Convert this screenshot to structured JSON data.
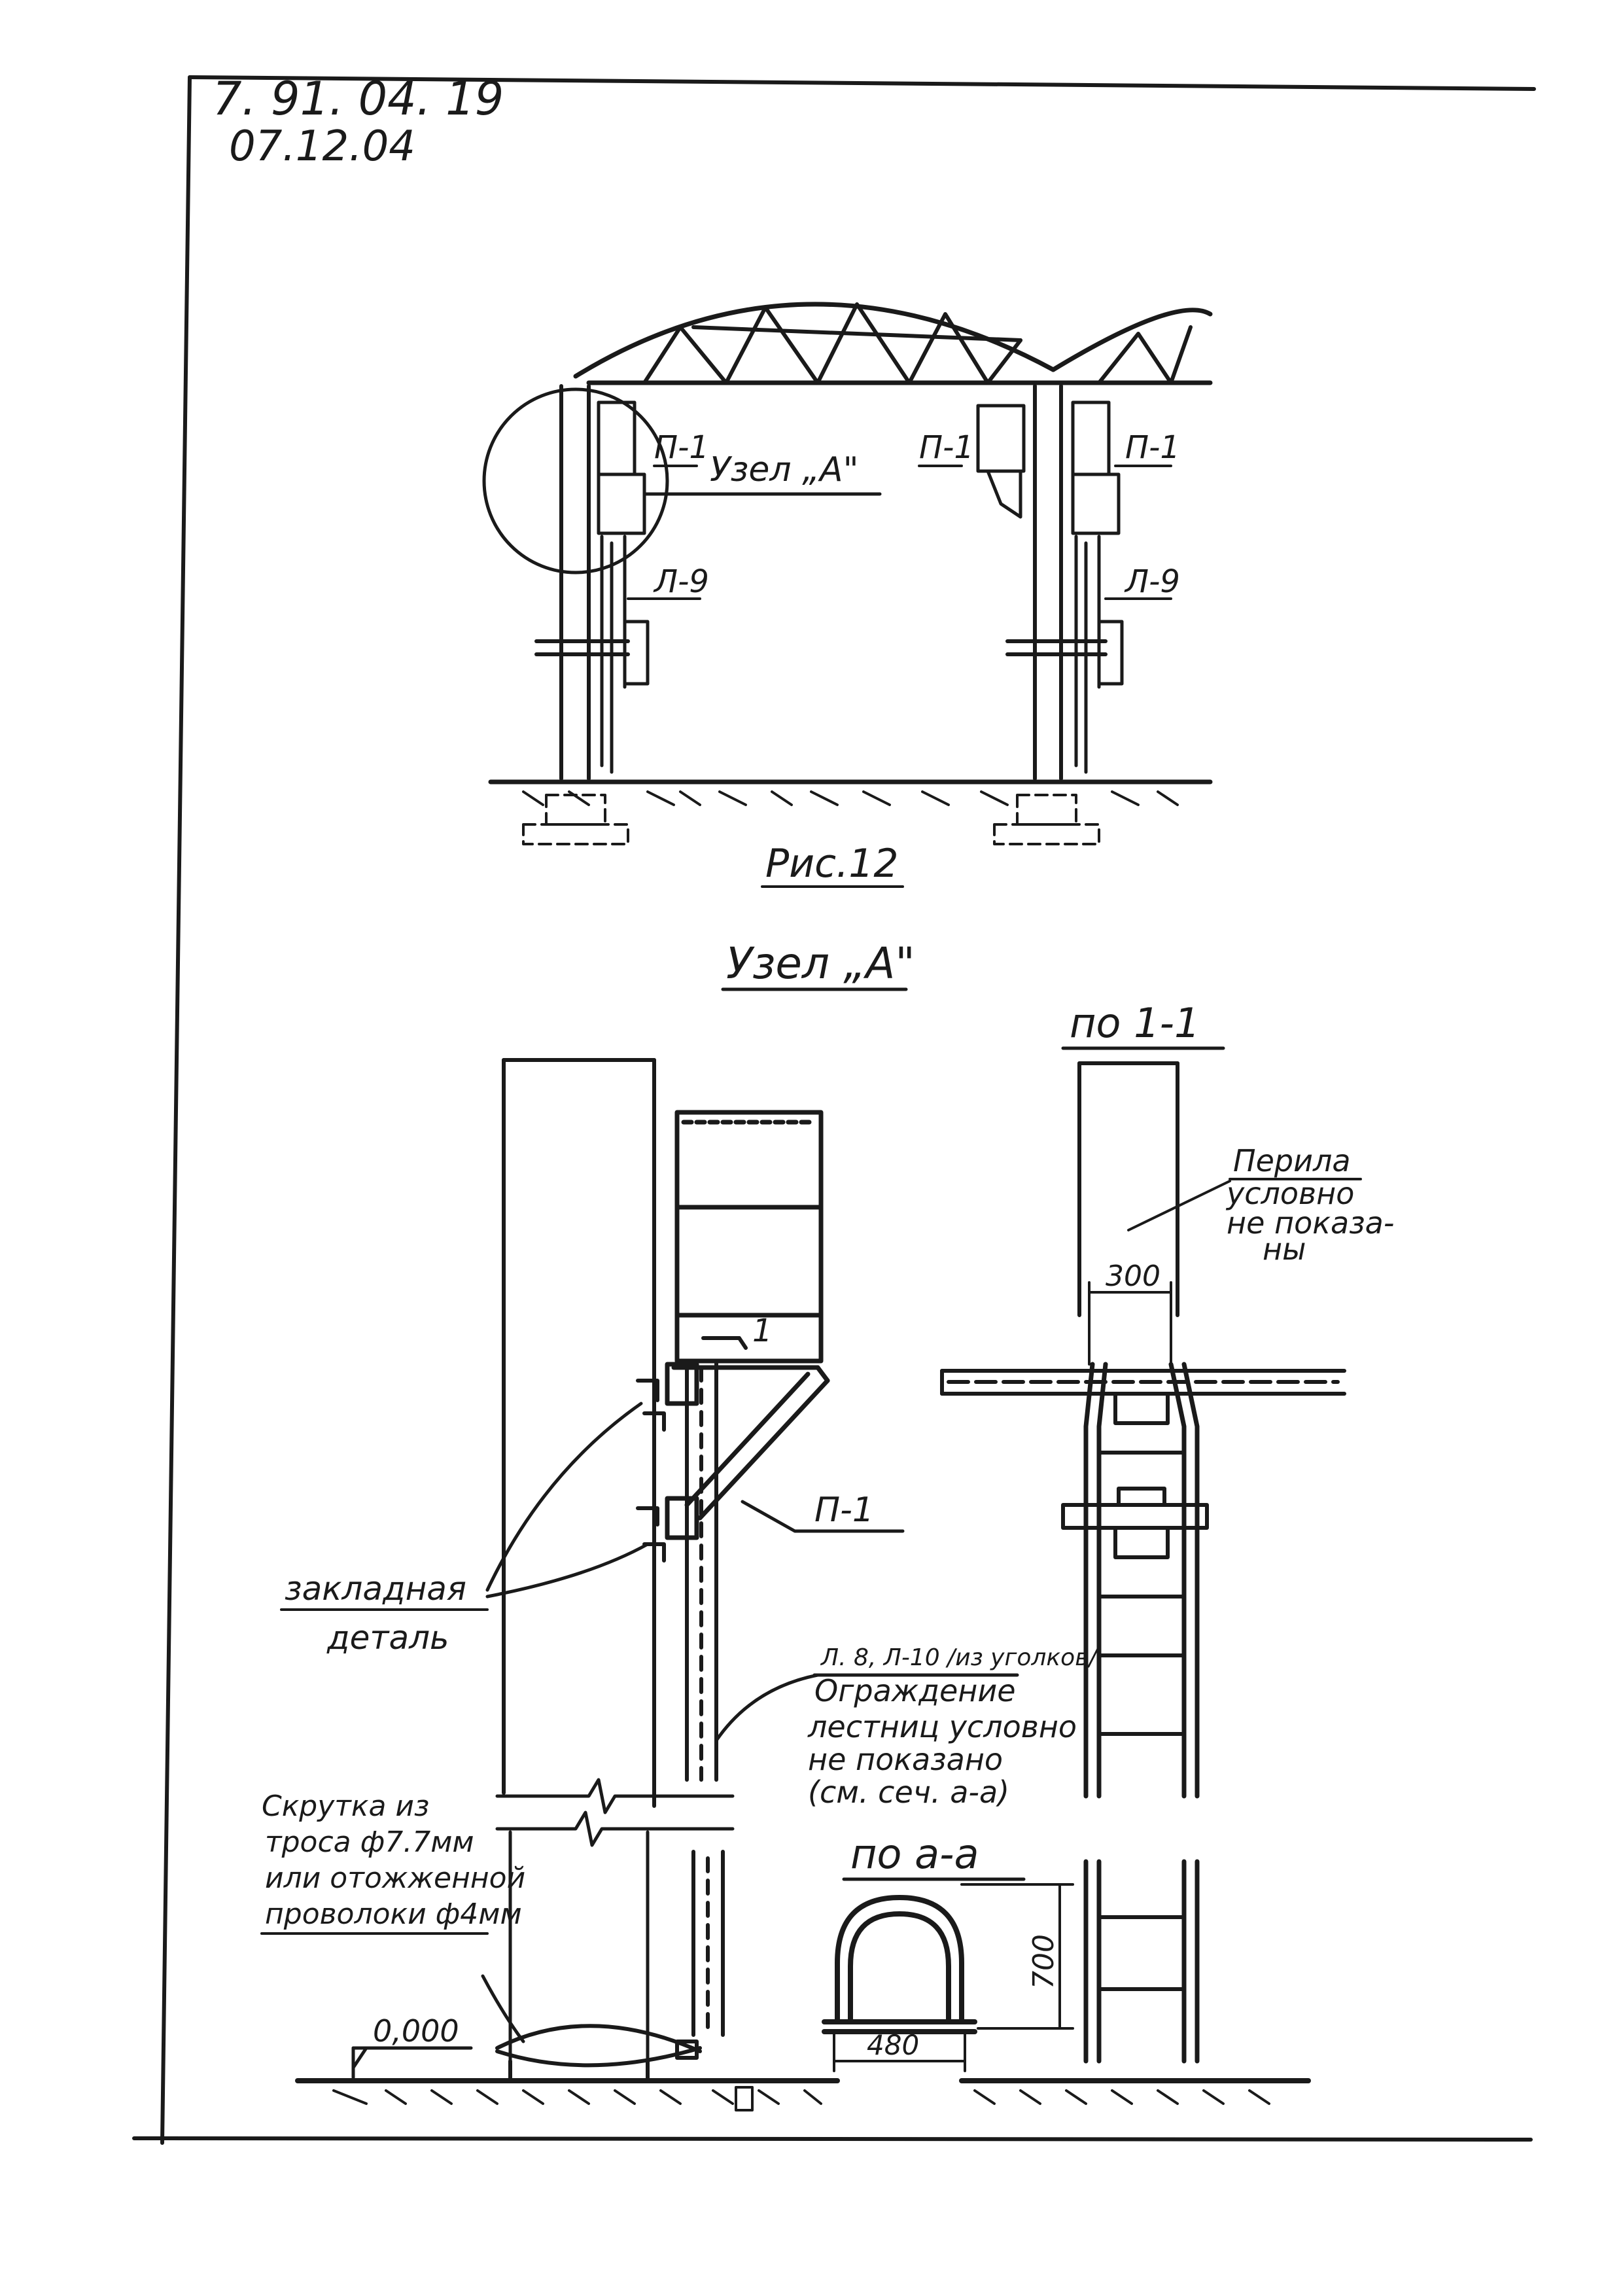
{
  "doc": {
    "code": "7. 91. 04. 19",
    "date": "07.12.04"
  },
  "fig12": {
    "caption": "Рис.12",
    "node_callout": "Узел „А\"",
    "label_p1_left": "П-1",
    "label_l9_left": "Л-9",
    "label_p1_mid": "П-1",
    "label_p1_right": "П-1",
    "label_l9_right": "Л-9"
  },
  "node_a": {
    "title": "Узел „А\"",
    "section_label": "1",
    "p1_label": "П-1",
    "embedded_line1": "закладная",
    "embedded_line2": "деталь",
    "ladder_ref": "Л. 8, Л-10 /из уголков/",
    "fence_line1": "Ограждение",
    "fence_line2": "лестниц условно",
    "fence_line3": "не показано",
    "fence_line4": "(см. сеч. а-а)",
    "twist_line1": "Скрутка из",
    "twist_line2": "троса ф7.7мм",
    "twist_line3": "или отожженной",
    "twist_line4": "проволоки ф4мм",
    "elevation": "0,000"
  },
  "section_11": {
    "title": "по 1-1",
    "rail_line1": "Перила",
    "rail_line2": "условно",
    "rail_line3": "не показа-",
    "rail_line4": "ны",
    "dim_width": "300"
  },
  "section_aa": {
    "title": "по а-а",
    "dim_height": "700",
    "dim_width": "480"
  }
}
